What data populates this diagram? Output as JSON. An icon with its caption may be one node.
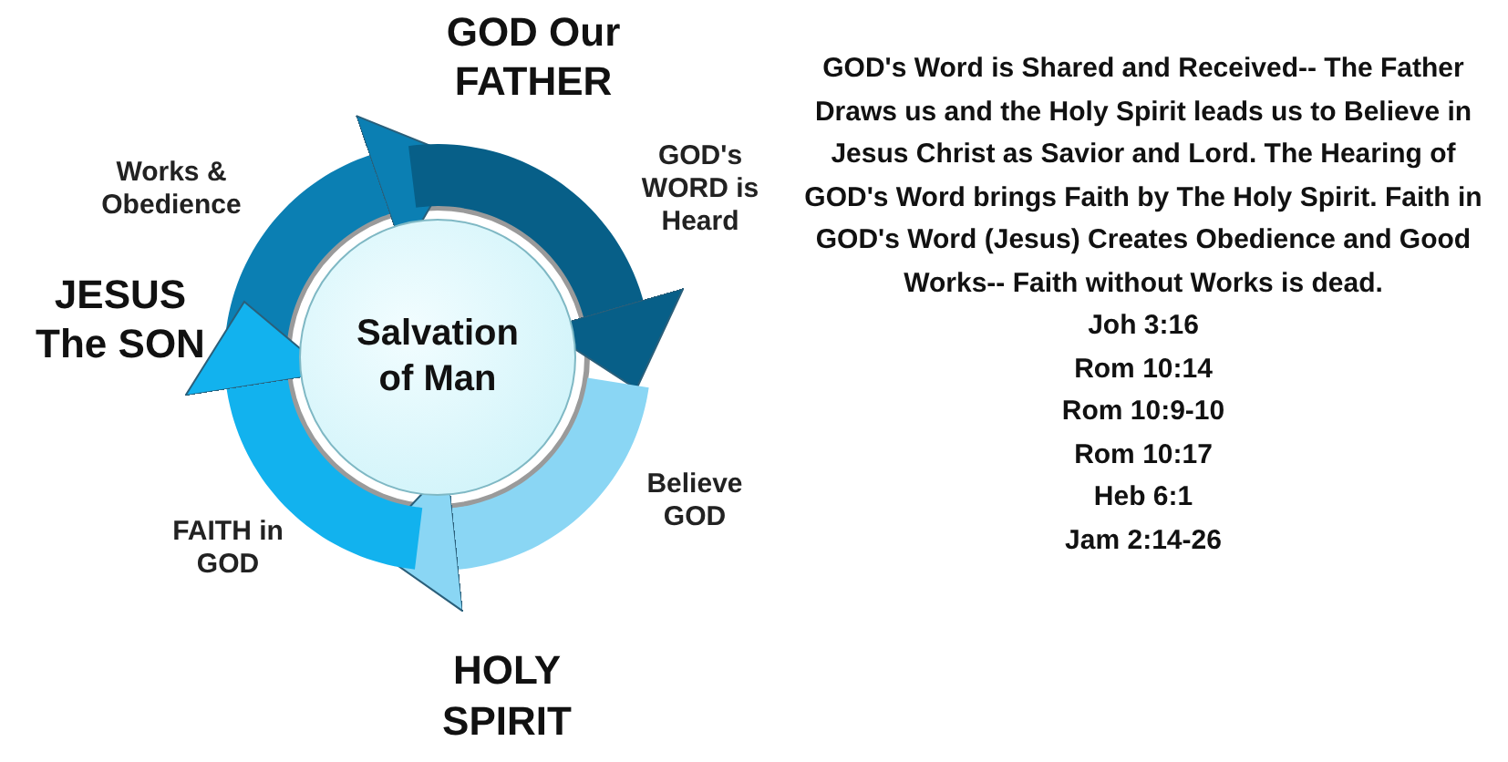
{
  "diagram": {
    "nodes": [
      {
        "text": [
          "Salvation of Man"
        ]
      }
    ],
    "labels": [
      "GOD Our FATHER",
      "Works & Obedience",
      "GOD's WORD is Heard",
      "JESUS The SON",
      "Believe GOD",
      "FAITH in GOD",
      "HOLY SPIRIT",
      "GOD's Word is Shared and Received-- The Father Draws us and the Holy Spirit leads us to Believe in Jesus Christ as Savior and Lord. The Hearing of GOD's Word brings Faith by The Holy Spirit. Faith in GOD's Word (Jesus) Creates Obedience and Good Works-- Faith without Works is dead.",
      "Joh 3:16",
      "Rom 10:14",
      "Rom 10:9-10",
      "Rom 10:17",
      "Heb 6:1",
      "Jam 2:14-26"
    ]
  }
}
